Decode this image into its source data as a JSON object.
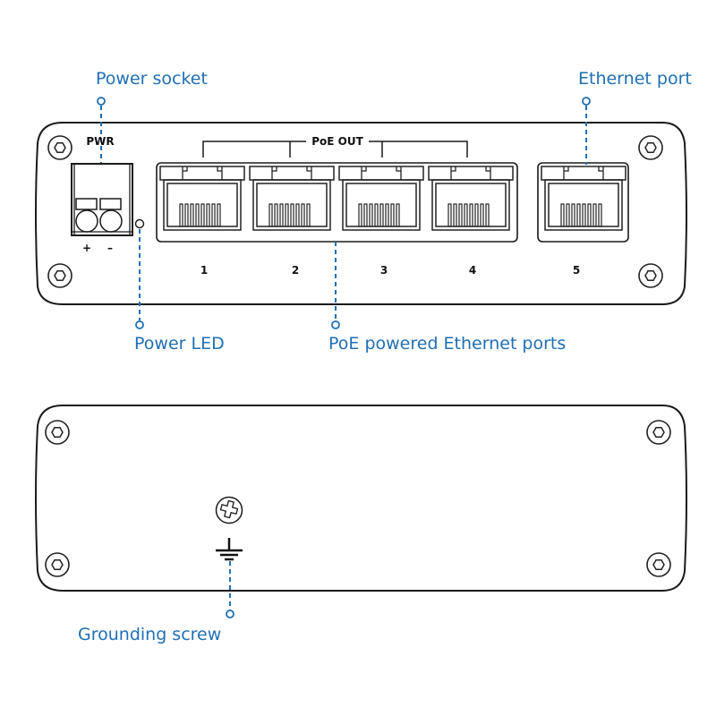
{
  "callouts": {
    "power_socket": "Power socket",
    "ethernet_port": "Ethernet port",
    "power_led": "Power LED",
    "poe_ports": "PoE powered Ethernet ports",
    "grounding_screw": "Grounding screw"
  },
  "front_panel": {
    "pwr_label": "PWR",
    "plus_label": "+",
    "minus_label": "–",
    "poe_out_label": "PoE OUT",
    "port_numbers": [
      "1",
      "2",
      "3",
      "4",
      "5"
    ]
  },
  "colors": {
    "callout": "#1f6fb5",
    "outline": "#1a1a1a"
  }
}
